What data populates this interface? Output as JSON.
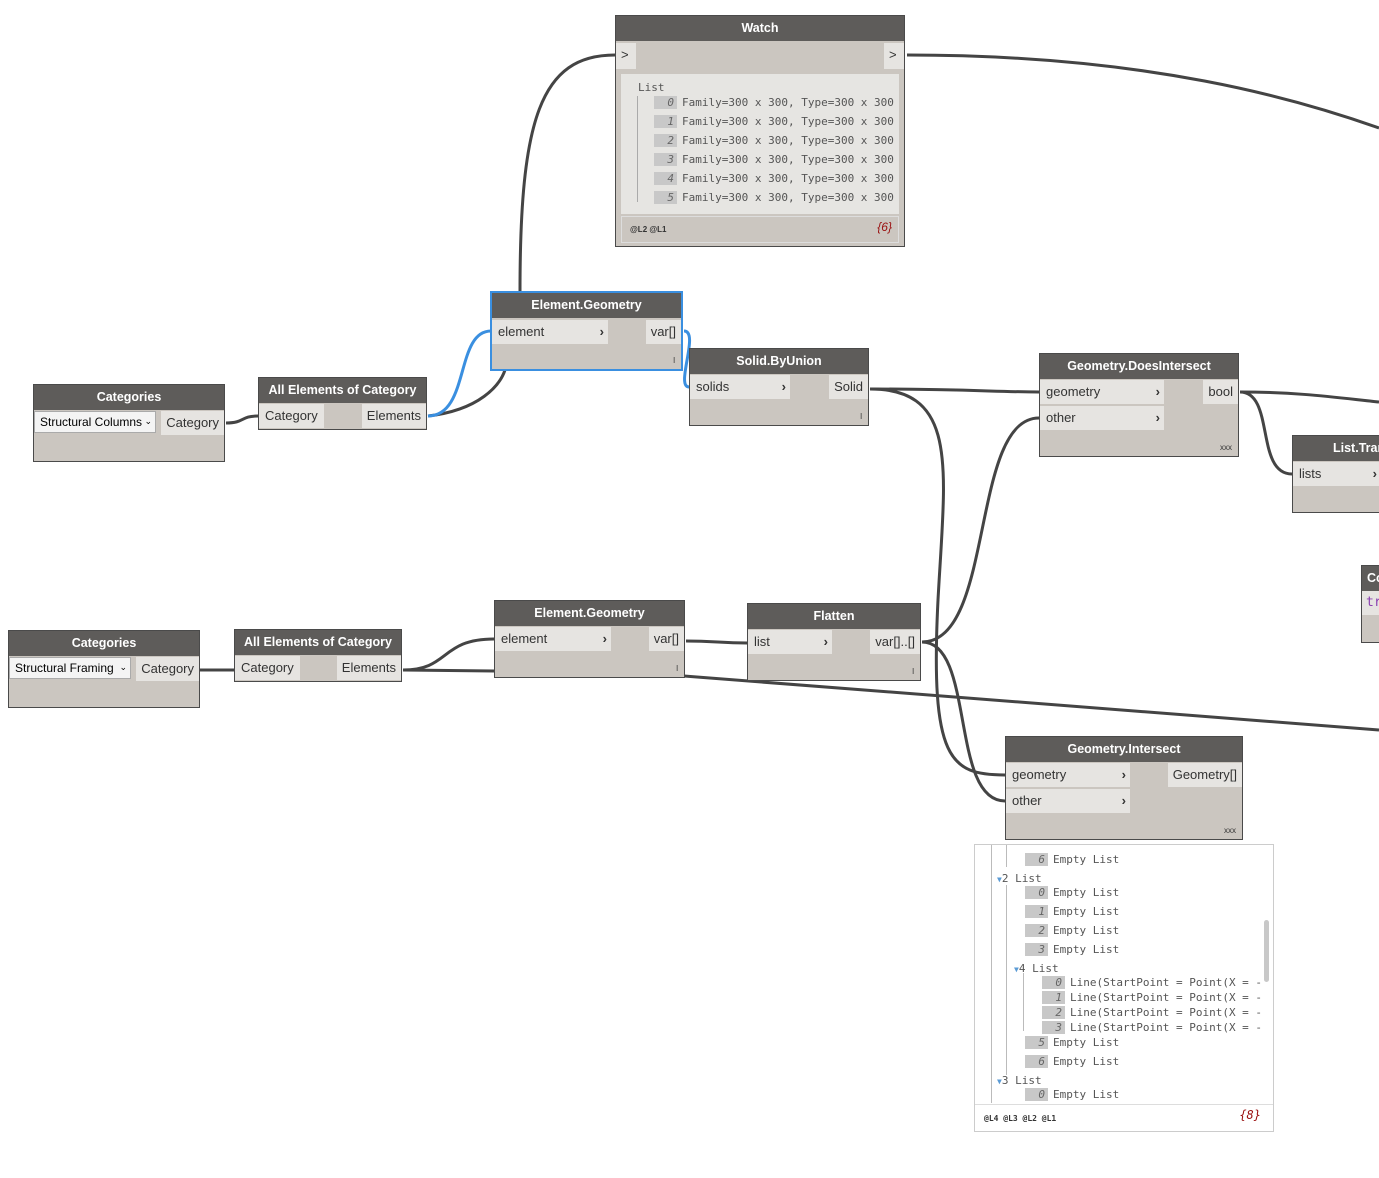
{
  "watch": {
    "title": "Watch",
    "in_port": ">",
    "out_port": ">",
    "root": "List",
    "items": [
      {
        "i": "0",
        "v": "Family=300 x 300, Type=300 x 300"
      },
      {
        "i": "1",
        "v": "Family=300 x 300, Type=300 x 300"
      },
      {
        "i": "2",
        "v": "Family=300 x 300, Type=300 x 300"
      },
      {
        "i": "3",
        "v": "Family=300 x 300, Type=300 x 300"
      },
      {
        "i": "4",
        "v": "Family=300 x 300, Type=300 x 300"
      },
      {
        "i": "5",
        "v": "Family=300 x 300, Type=300 x 300"
      }
    ],
    "levels": "@L2 @L1",
    "count": "{6}"
  },
  "eg1": {
    "title": "Element.Geometry",
    "in": "element",
    "out": "var[]",
    "lacing": "l"
  },
  "union": {
    "title": "Solid.ByUnion",
    "in": "solids",
    "out": "Solid",
    "lacing": "l"
  },
  "doesint": {
    "title": "Geometry.DoesIntersect",
    "in1": "geometry",
    "in2": "other",
    "out": "bool",
    "lacing": "xxx"
  },
  "transpose": {
    "title": "List.Tran",
    "in": "lists"
  },
  "code": {
    "title": "Co",
    "value": "tr"
  },
  "cat1": {
    "title": "Categories",
    "value": "Structural Columns",
    "out": "Category"
  },
  "aec1": {
    "title": "All Elements of Category",
    "in": "Category",
    "out": "Elements"
  },
  "cat2": {
    "title": "Categories",
    "value": "Structural Framing",
    "out": "Category"
  },
  "aec2": {
    "title": "All Elements of Category",
    "in": "Category",
    "out": "Elements"
  },
  "eg2": {
    "title": "Element.Geometry",
    "in": "element",
    "out": "var[]",
    "lacing": "l"
  },
  "flatten": {
    "title": "Flatten",
    "in": "list",
    "out": "var[]..[]",
    "lacing": "l"
  },
  "gint": {
    "title": "Geometry.Intersect",
    "in1": "geometry",
    "in2": "other",
    "out": "Geometry[]",
    "lacing": "xxx"
  },
  "preview": {
    "rows": [
      {
        "t": "idx",
        "i": "6",
        "v": "Empty List"
      },
      {
        "t": "list",
        "v": "2 List"
      },
      {
        "t": "idx",
        "i": "0",
        "v": "Empty List"
      },
      {
        "t": "idx",
        "i": "1",
        "v": "Empty List"
      },
      {
        "t": "idx",
        "i": "2",
        "v": "Empty List"
      },
      {
        "t": "idx",
        "i": "3",
        "v": "Empty List"
      },
      {
        "t": "list",
        "v": "4 List"
      },
      {
        "t": "idx",
        "i": "0",
        "v": "Line(StartPoint = Point(X = -"
      },
      {
        "t": "idx",
        "i": "1",
        "v": "Line(StartPoint = Point(X = -"
      },
      {
        "t": "idx",
        "i": "2",
        "v": "Line(StartPoint = Point(X = -"
      },
      {
        "t": "idx",
        "i": "3",
        "v": "Line(StartPoint = Point(X = -"
      },
      {
        "t": "idx",
        "i": "5",
        "v": "Empty List"
      },
      {
        "t": "idx",
        "i": "6",
        "v": "Empty List"
      },
      {
        "t": "list",
        "v": "3 List"
      },
      {
        "t": "idx",
        "i": "0",
        "v": "Empty List"
      }
    ],
    "levels": "@L4 @L3 @L2 @L1",
    "count": "{8}"
  }
}
